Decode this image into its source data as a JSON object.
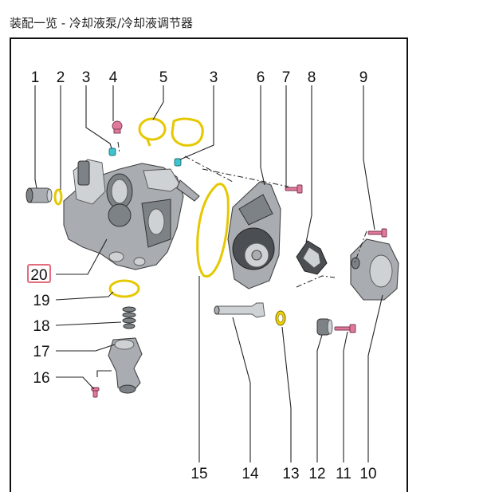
{
  "page": {
    "title": "装配一览 - 冷却液泵/冷却液调节器"
  },
  "diagram": {
    "callouts_top": [
      "1",
      "2",
      "3",
      "4",
      "5",
      "3",
      "6",
      "7",
      "8",
      "9"
    ],
    "callouts_left": [
      "20",
      "19",
      "18",
      "17",
      "16"
    ],
    "callouts_bottom": [
      "15",
      "14",
      "13",
      "12",
      "11",
      "10"
    ],
    "highlighted_callout": "20",
    "colors": {
      "gasket": "#e6c800",
      "screw": "#e07a9a",
      "clip": "#3fc3cf",
      "highlight": "#e36b7b"
    }
  }
}
